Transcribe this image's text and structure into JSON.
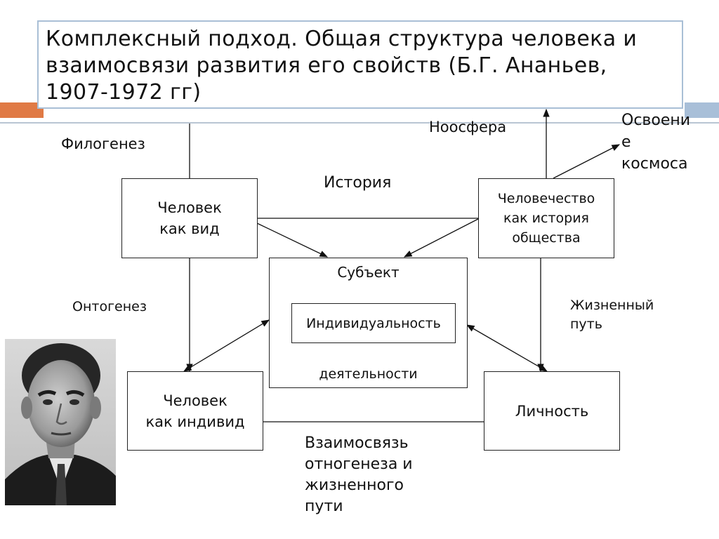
{
  "title": "Комплексный подход. Общая структура человека и взаимосвязи развития его свойств (Б.Г. Ананьев, 1907-1972 гг)",
  "labels": {
    "phylogenesis": "Филогенез",
    "noosphere": "Ноосфера",
    "space_line1": "Освоени",
    "space_line2": "е",
    "space_line3": "космоса",
    "history": "История",
    "ontogenesis": "Онтогенез",
    "life_path_line1": "Жизненный",
    "life_path_line2": "путь",
    "relation_line1": "Взаимосвязь",
    "relation_line2": "отногенеза и",
    "relation_line3": "жизненного",
    "relation_line4": "пути"
  },
  "boxes": {
    "species_line1": "Человек",
    "species_line2": "как вид",
    "humanity_line1": "Человечество",
    "humanity_line2": "как история",
    "humanity_line3": "общества",
    "subject_top": "Субъект",
    "subject_inner": "Индивидуальность",
    "subject_bottom": "деятельности",
    "individual_line1": "Человек",
    "individual_line2": "как индивид",
    "personality": "Личность"
  },
  "colors": {
    "accent_orange": "#e07a45",
    "accent_blue": "#a8bfd8",
    "title_border": "#a9bfd6"
  }
}
